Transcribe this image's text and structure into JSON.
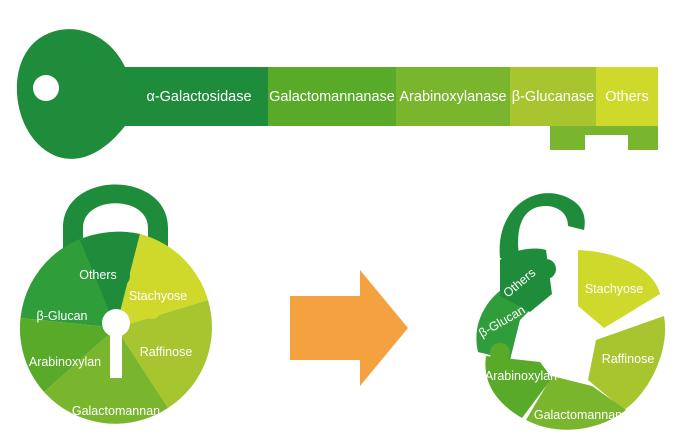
{
  "colors": {
    "dark_green": "#1e8c3a",
    "mid_green": "#2f9e3a",
    "green": "#5aaa2a",
    "light_green": "#7ab52e",
    "yellow_green": "#a6c52e",
    "yellow": "#cfd92b",
    "arrow_orange": "#f3a23f"
  },
  "key": {
    "segments": [
      {
        "label": "α-Galactosidase"
      },
      {
        "label": "Galactomannanase"
      },
      {
        "label": "Arabinoxylanase"
      },
      {
        "label": "β-Glucanase"
      },
      {
        "label": "Others"
      }
    ]
  },
  "locked_padlock": {
    "pieces": [
      {
        "label": "Others"
      },
      {
        "label": "Stachyose"
      },
      {
        "label": "β-Glucan"
      },
      {
        "label": "Arabinoxylan"
      },
      {
        "label": "Raffinose"
      },
      {
        "label": "Galactomannan"
      }
    ]
  },
  "unlocked_padlock": {
    "pieces": [
      {
        "label": "Others"
      },
      {
        "label": "Stachyose"
      },
      {
        "label": "β-Glucan"
      },
      {
        "label": "Arabinoxylan"
      },
      {
        "label": "Raffinose"
      },
      {
        "label": "Galactomannan"
      }
    ]
  },
  "arrow": {
    "icon": "right-arrow-icon"
  }
}
